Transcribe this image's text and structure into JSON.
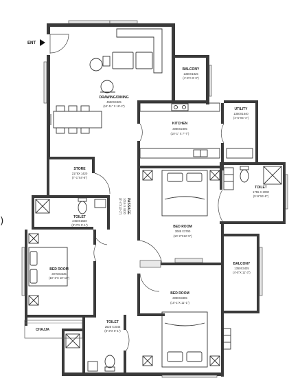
{
  "entrance": "ENT",
  "stray_glyph": ")",
  "rooms": {
    "balcony_top": {
      "name": "BALCONY",
      "dim_mm": "1350X1825",
      "dim_ft": "(4'-5\"X 6'-0\")"
    },
    "drawing_dining": {
      "name": "DRAWING/DINING",
      "dim_mm": "4550X4925",
      "dim_ft": "(14'-11\" X 16'-2\")"
    },
    "utility": {
      "name": "UTILITY",
      "dim_mm": "1350X1640",
      "dim_ft": "(4'-5\"X5'-4\")"
    },
    "kitchen": {
      "name": "KITCHEN",
      "dim_mm": "3080X2305",
      "dim_ft": "(10'-1\" X 7'-7\")"
    },
    "store": {
      "name": "STORE",
      "dim_mm": "2178X 1420",
      "dim_ft": "(7'-1\"X4'-8\")"
    },
    "toilet_right": {
      "name": "TOILET",
      "dim_mm": "1755 X 2030",
      "dim_ft": "(5'-9\"X6'-8\")"
    },
    "toilet_left": {
      "name": "TOILET",
      "dim_mm": "2450X1550",
      "dim_ft": "(8'-0\"X 5'-1\")"
    },
    "passage": {
      "name": "PASSAGE",
      "dim_mm": "1015 X 4020",
      "dim_ft": "(3'-4\"X13'-2\")"
    },
    "bed_room_center": {
      "name": "BED ROOM",
      "dim_mm": "3085 X3790",
      "dim_ft": "(10'-2\"X12'-5\")"
    },
    "bed_room_left": {
      "name": "BED ROOM",
      "dim_mm": "3075X3335",
      "dim_ft": "(10'-1\"X 10'-11\")"
    },
    "balcony_right": {
      "name": "BALCONY",
      "dim_mm": "1350X3435",
      "dim_ft": "(4'-5\"X 11'-3\")"
    },
    "bed_room_bottom": {
      "name": "BED ROOM",
      "dim_mm": "3080X3365",
      "dim_ft": "(10'-1\"X 11'-1\")"
    },
    "toilet_bottom": {
      "name": "TOILET",
      "dim_mm": "2525 X1545",
      "dim_ft": "(8'-3\"X 5'-1\")"
    },
    "chajja": {
      "name": "CHAJJA"
    }
  }
}
